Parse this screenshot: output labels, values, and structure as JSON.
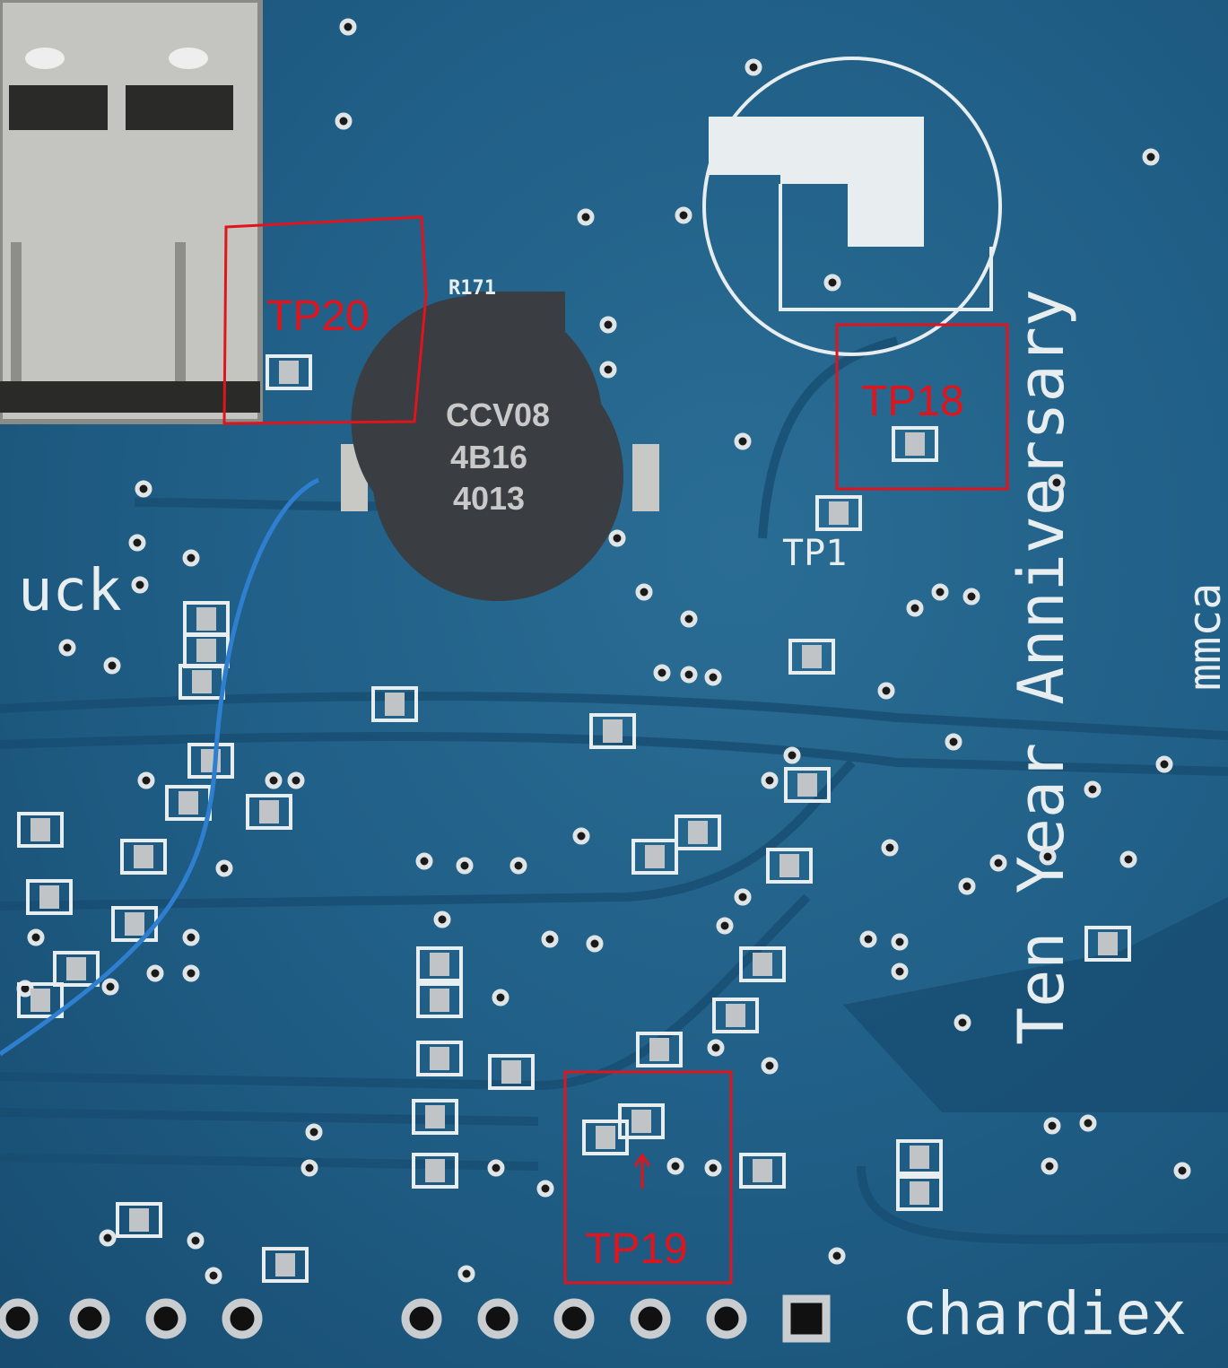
{
  "annotations": {
    "tp20": "TP20",
    "tp18": "TP18",
    "tp19": "TP19",
    "annotation_color": "#e0141c"
  },
  "silkscreen": {
    "tp1": "TP1",
    "resistor_ref": "R171",
    "board_text": "Ten Year Anniversary",
    "side_text": "mmca",
    "left_text": "uck",
    "signature": "chardiex"
  },
  "buzzer": {
    "line1": "CCV08",
    "line2": "4B16",
    "line3": "4013"
  },
  "colors": {
    "pcb": "#1f5d85",
    "silk": "#e8eef0",
    "wire": "#2f7fd0"
  }
}
